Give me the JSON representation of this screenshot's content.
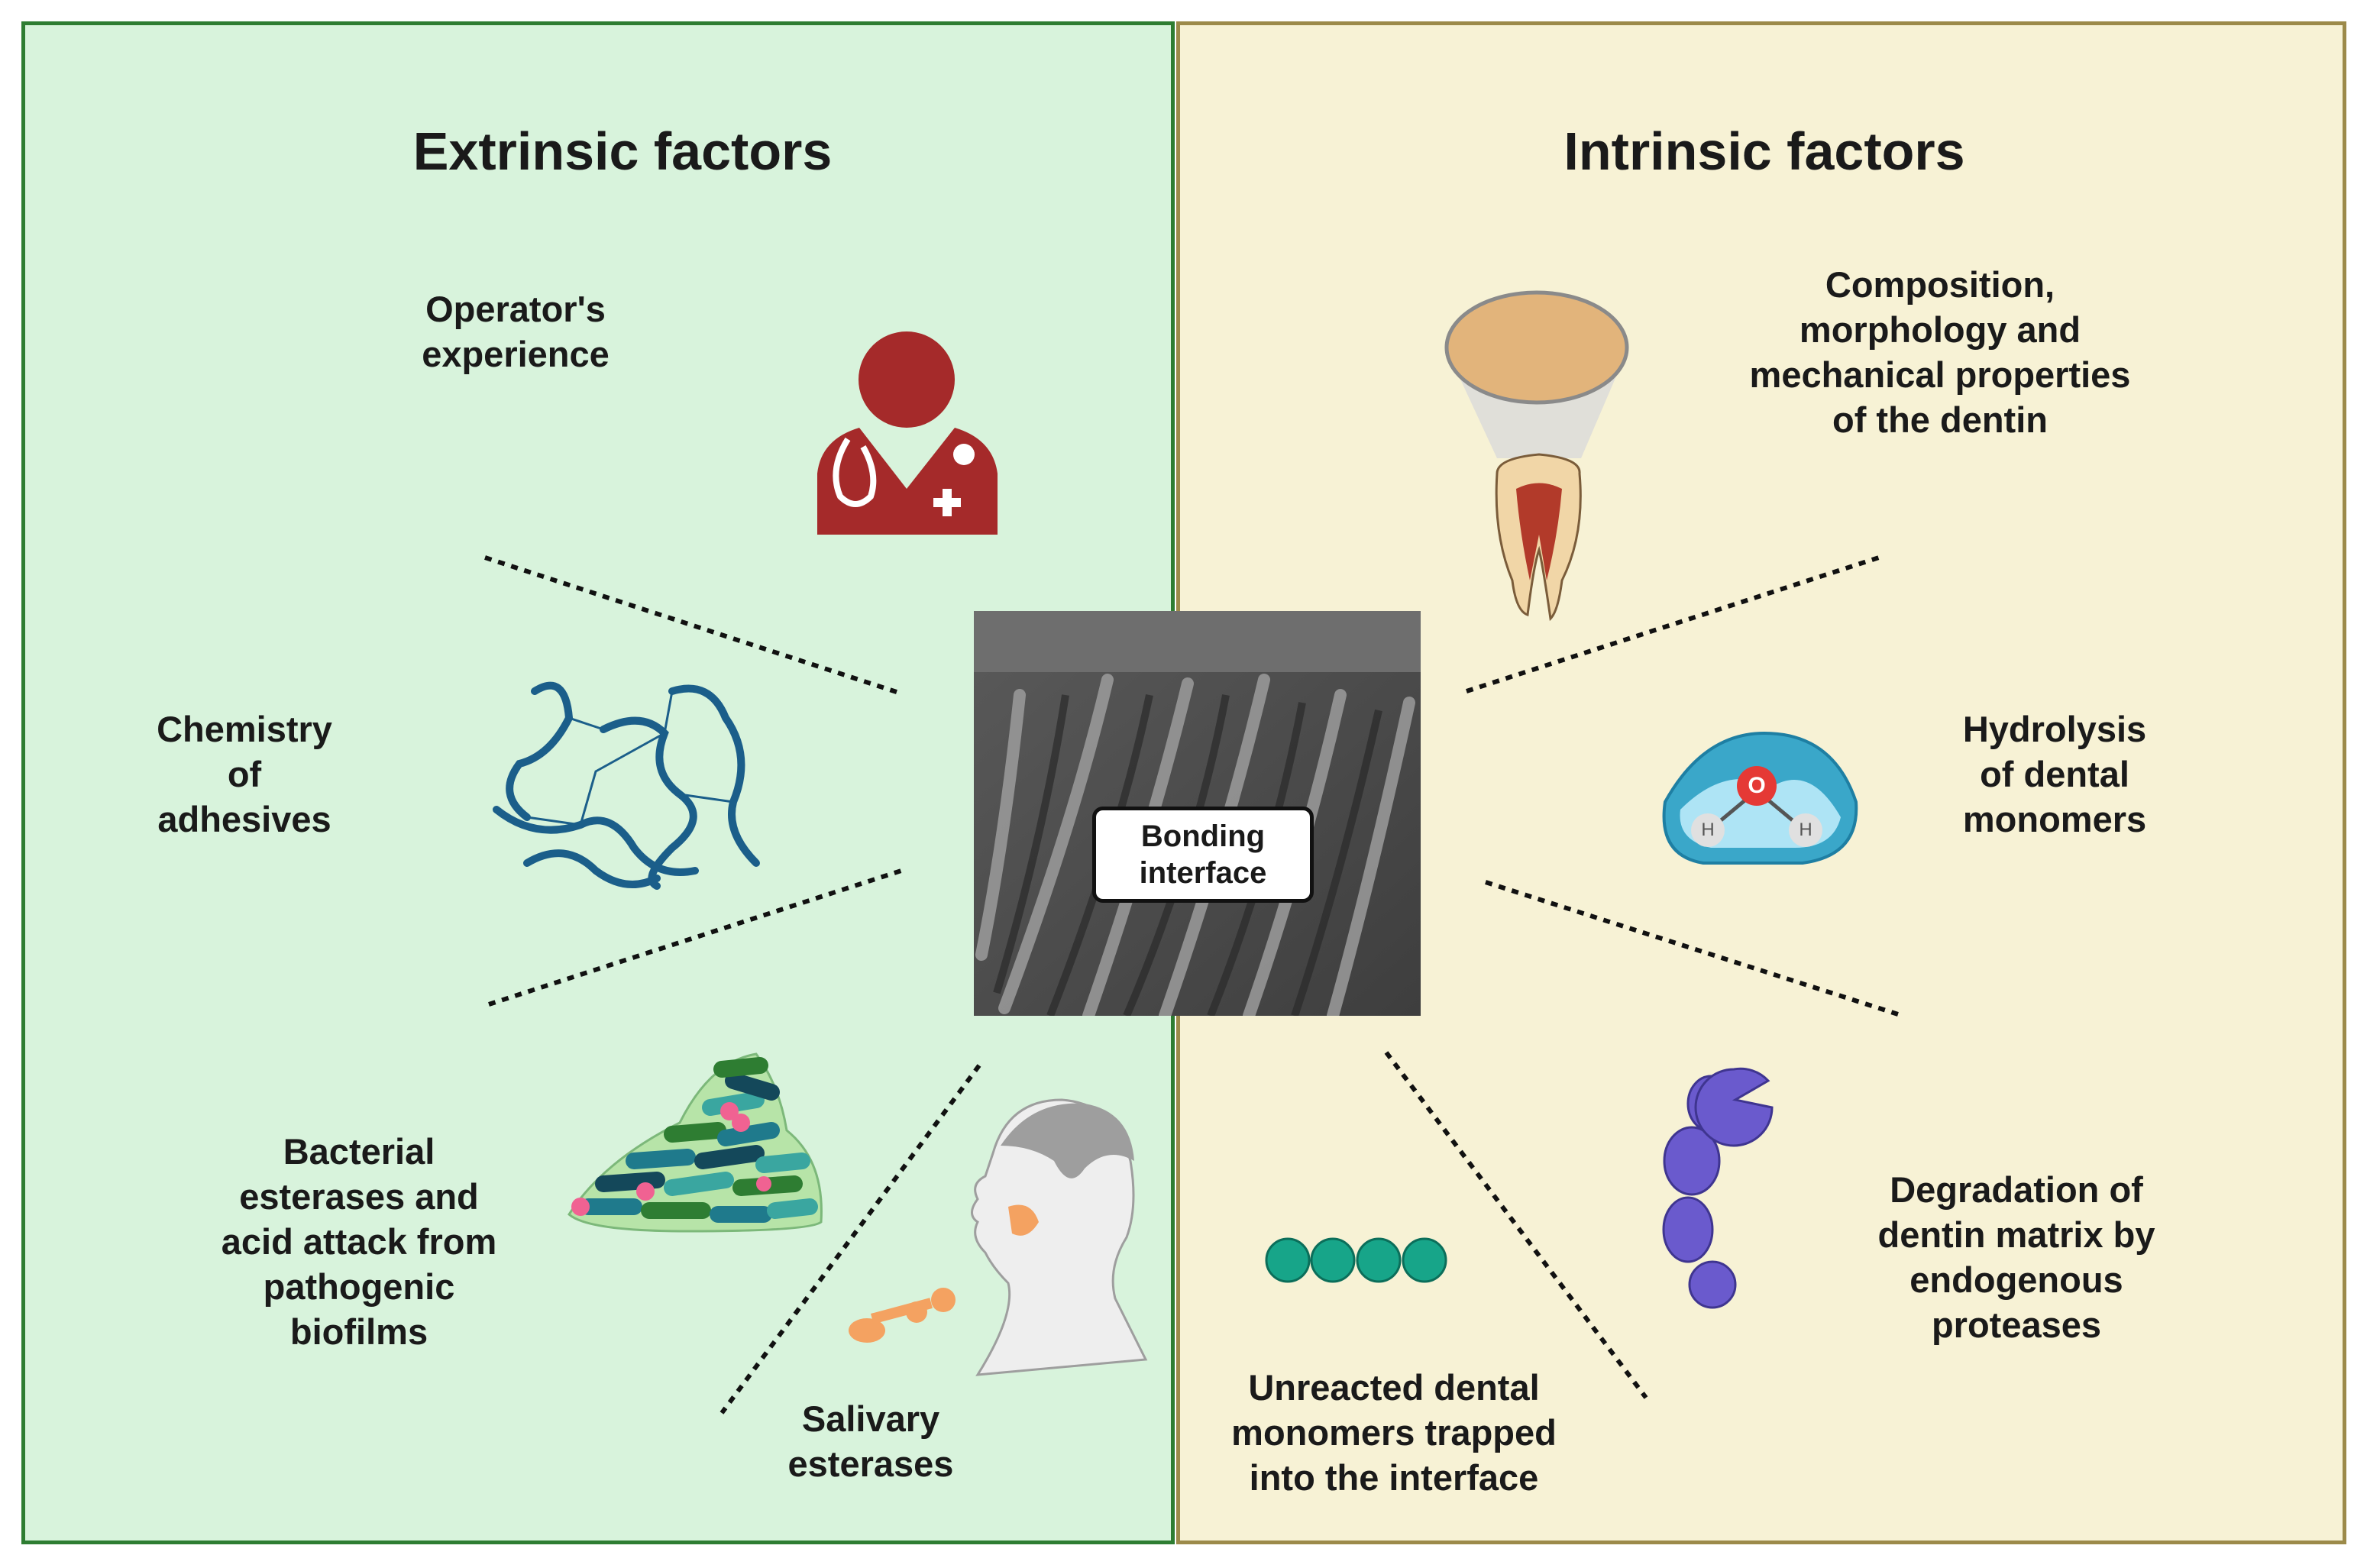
{
  "left_panel": {
    "title": "Extrinsic factors"
  },
  "right_panel": {
    "title": "Intrinsic factors"
  },
  "center": {
    "label": "Bonding\ninterface"
  },
  "labels": {
    "operator": "Operator's\nexperience",
    "chemistry": "Chemistry\nof\nadhesives",
    "bacterial": "Bacterial\nesterases and\nacid attack from\npathogenic\nbiofilms",
    "salivary": "Salivary\nesterases",
    "composition": "Composition,\nmorphology and\nmechanical properties\nof the dentin",
    "hydrolysis": "Hydrolysis\nof dental\nmonomers",
    "degradation": "Degradation of\ndentin matrix by\nendogenous\nproteases",
    "unreacted": "Unreacted dental\nmonomers trapped\ninto the interface"
  },
  "water_atoms": {
    "oxygen": "O",
    "hydrogen": "H"
  },
  "colors": {
    "left_bg": "#d8f3dc",
    "left_border": "#2e7d32",
    "right_bg": "#f7f2d5",
    "right_border": "#9c8a4a",
    "doctor": "#a52a2a",
    "polymer": "#1b5e8a",
    "enzyme": "#6a5acd",
    "monomer": "#17a589",
    "saliva_molecule": "#f4a261"
  },
  "icons": [
    "doctor-icon",
    "polymer-network-icon",
    "bacteria-biofilm-icon",
    "salivary-gland-head-icon",
    "saliva-molecule-icon",
    "tooth-dentin-icon",
    "water-molecule-icon",
    "protease-enzyme-icon",
    "monomer-chain-icon"
  ]
}
